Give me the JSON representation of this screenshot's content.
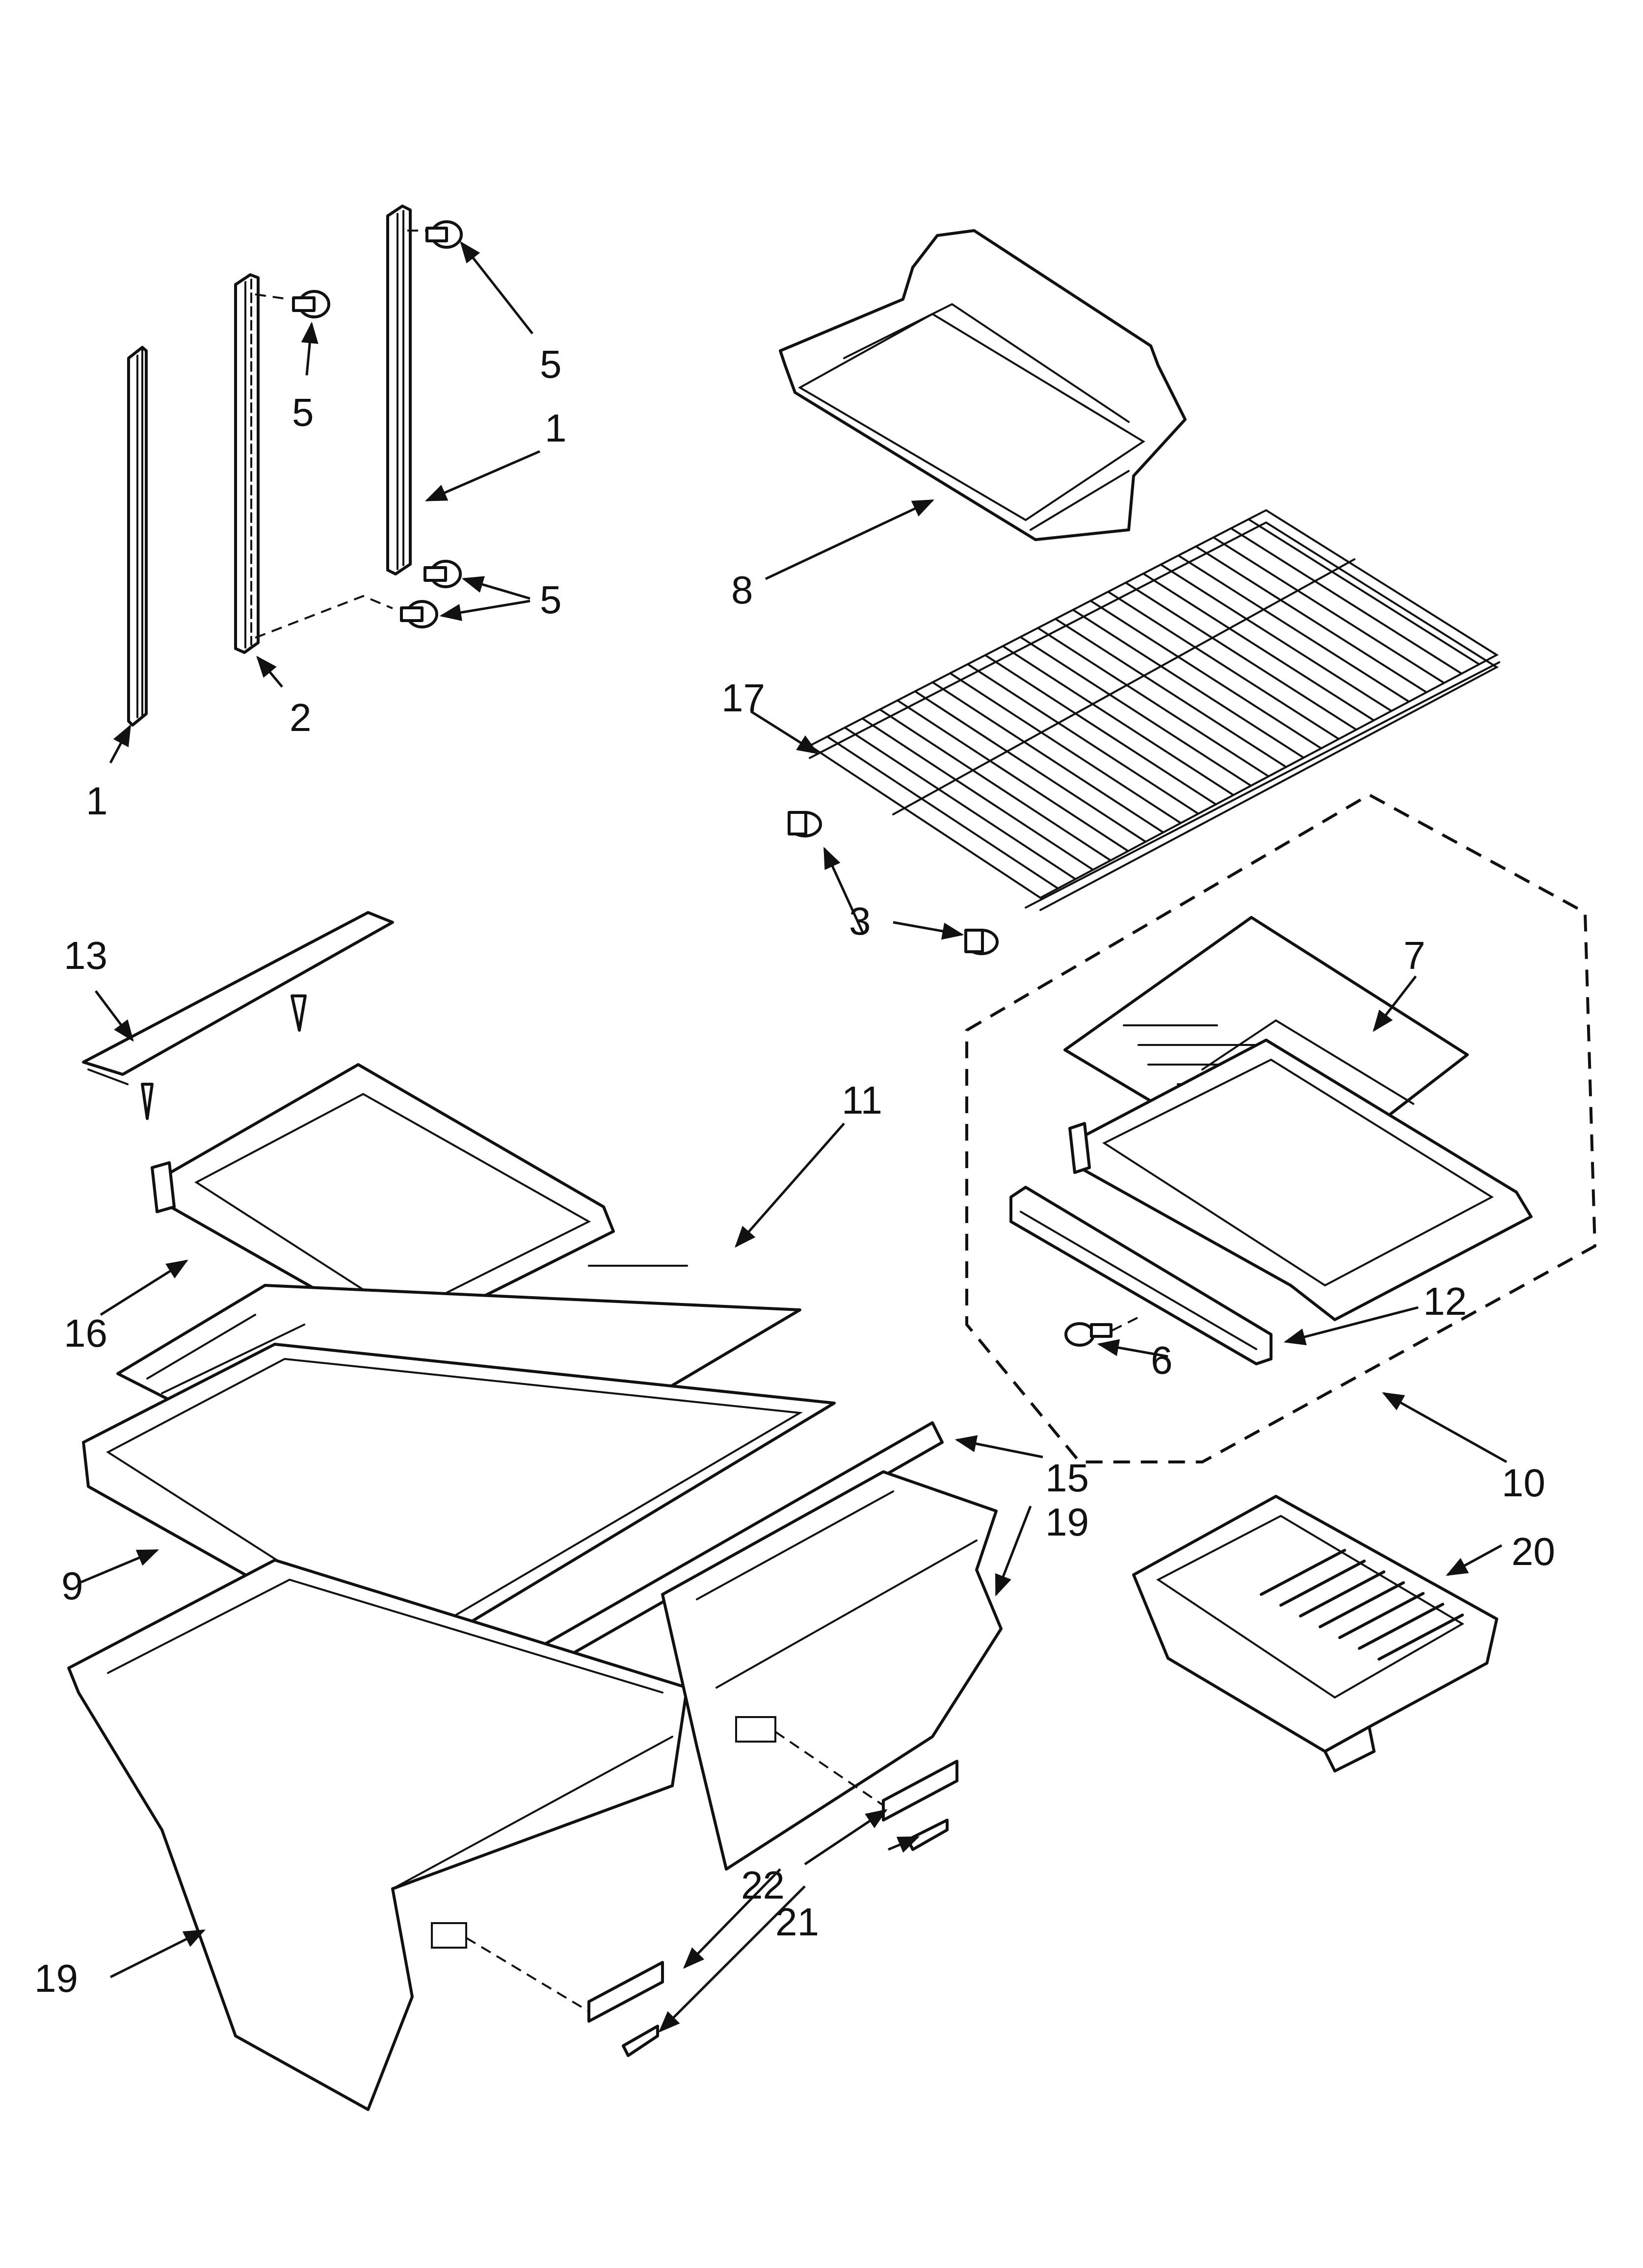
{
  "diagram": {
    "callouts": [
      {
        "key": "c5a",
        "label": "5"
      },
      {
        "key": "c5b",
        "label": "5"
      },
      {
        "key": "c1a",
        "label": "1"
      },
      {
        "key": "c5c",
        "label": "5"
      },
      {
        "key": "c2",
        "label": "2"
      },
      {
        "key": "c1b",
        "label": "1"
      },
      {
        "key": "c8",
        "label": "8"
      },
      {
        "key": "c17",
        "label": "17"
      },
      {
        "key": "c3",
        "label": "3"
      },
      {
        "key": "c7",
        "label": "7"
      },
      {
        "key": "c13",
        "label": "13"
      },
      {
        "key": "c11",
        "label": "11"
      },
      {
        "key": "c16",
        "label": "16"
      },
      {
        "key": "c12",
        "label": "12"
      },
      {
        "key": "c6",
        "label": "6"
      },
      {
        "key": "c10",
        "label": "10"
      },
      {
        "key": "c15",
        "label": "15"
      },
      {
        "key": "c19a",
        "label": "19"
      },
      {
        "key": "c9",
        "label": "9"
      },
      {
        "key": "c20",
        "label": "20"
      },
      {
        "key": "c22",
        "label": "22"
      },
      {
        "key": "c21",
        "label": "21"
      },
      {
        "key": "c19b",
        "label": "19"
      }
    ]
  }
}
